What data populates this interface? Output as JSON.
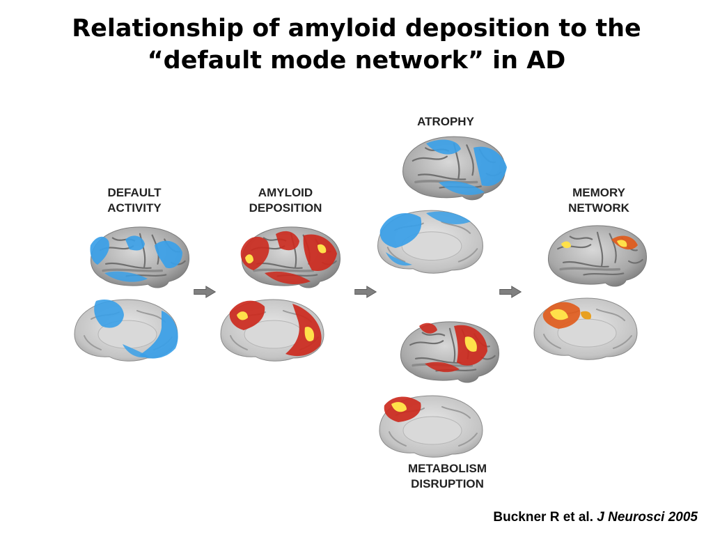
{
  "title": {
    "line1": "Relationship of amyloid deposition to the",
    "line2": "“default mode network” in AD"
  },
  "panels": {
    "default_activity": {
      "line1": "DEFAULT",
      "line2": "ACTIVITY",
      "overlay_color": "#3aa0e8"
    },
    "amyloid_deposition": {
      "line1": "AMYLOID",
      "line2": "DEPOSITION",
      "overlay_color": "#cc2a1e"
    },
    "atrophy": {
      "line1": "ATROPHY",
      "overlay_color": "#3aa0e8"
    },
    "metabolism_disruption": {
      "line1": "METABOLISM",
      "line2": "DISRUPTION",
      "overlay_color": "#cc2a1e"
    },
    "memory_network": {
      "line1": "MEMORY",
      "line2": "NETWORK",
      "overlay_color": "#e8a020"
    }
  },
  "citation": {
    "authors": "Buckner R et al.",
    "journal": "J Neurosci",
    "year": "2005"
  },
  "colors": {
    "brain_gray": "#a9a9a9",
    "brain_light": "#dcdcdc",
    "arrow_gray": "#808080",
    "blue_overlay": "#3aa0e8",
    "red_overlay": "#cc2a1e",
    "yellow_hot": "#ffe14a"
  }
}
